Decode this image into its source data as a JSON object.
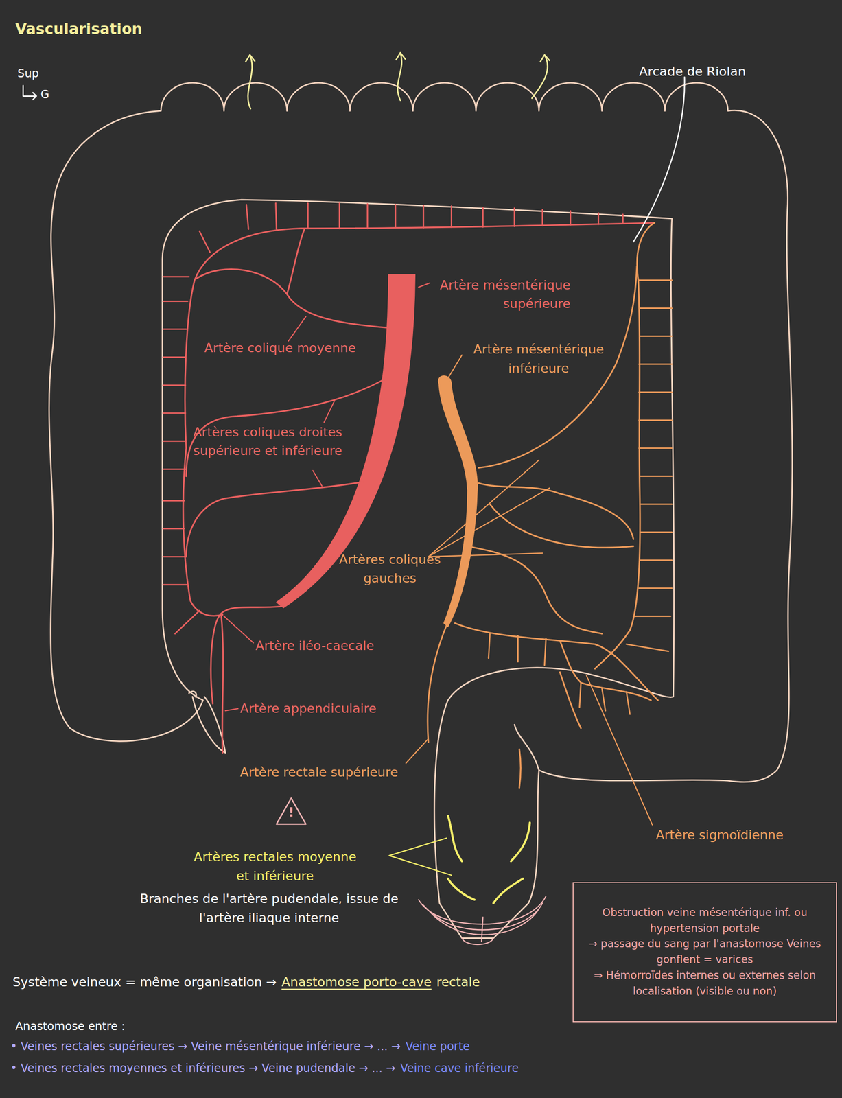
{
  "diagram": {
    "title": "Vascularisation",
    "nodes": [
      {
        "text": [
          "Obstruction veine mésentérique inf. ou hypertension portale",
          "→ passage du sang par l'anastomose Veines gonflent = varices",
          "⇒ Hémorroïdes internes ou externes selon localisation (visible ou non)"
        ]
      }
    ],
    "labels": [
      "Sup",
      "G",
      "Arcade de Riolan",
      "Artère mésentérique supérieure",
      "Artère colique moyenne",
      "Artère mésentérique inférieure",
      "Artères coliques droites supérieure et inférieure",
      "Artères coliques gauches",
      "Artère iléo-caecale",
      "Artère appendiculaire",
      "Artère rectale supérieure",
      "!",
      "Artère sigmoïdienne",
      "Artères rectales moyenne et inférieure",
      "Branches de l'artère pudendale, issue de l'artère iliaque interne",
      "Système veineux = même organisation →",
      "Anastomose porto-cave",
      "rectale",
      "Anastomose entre :",
      "• Veines rectales supérieures → Veine mésentérique inférieure → ... →",
      "Veine porte",
      "• Veines rectales moyennes et inférieures → Veine pudendale → ... →",
      "Veine cave inférieure"
    ]
  }
}
